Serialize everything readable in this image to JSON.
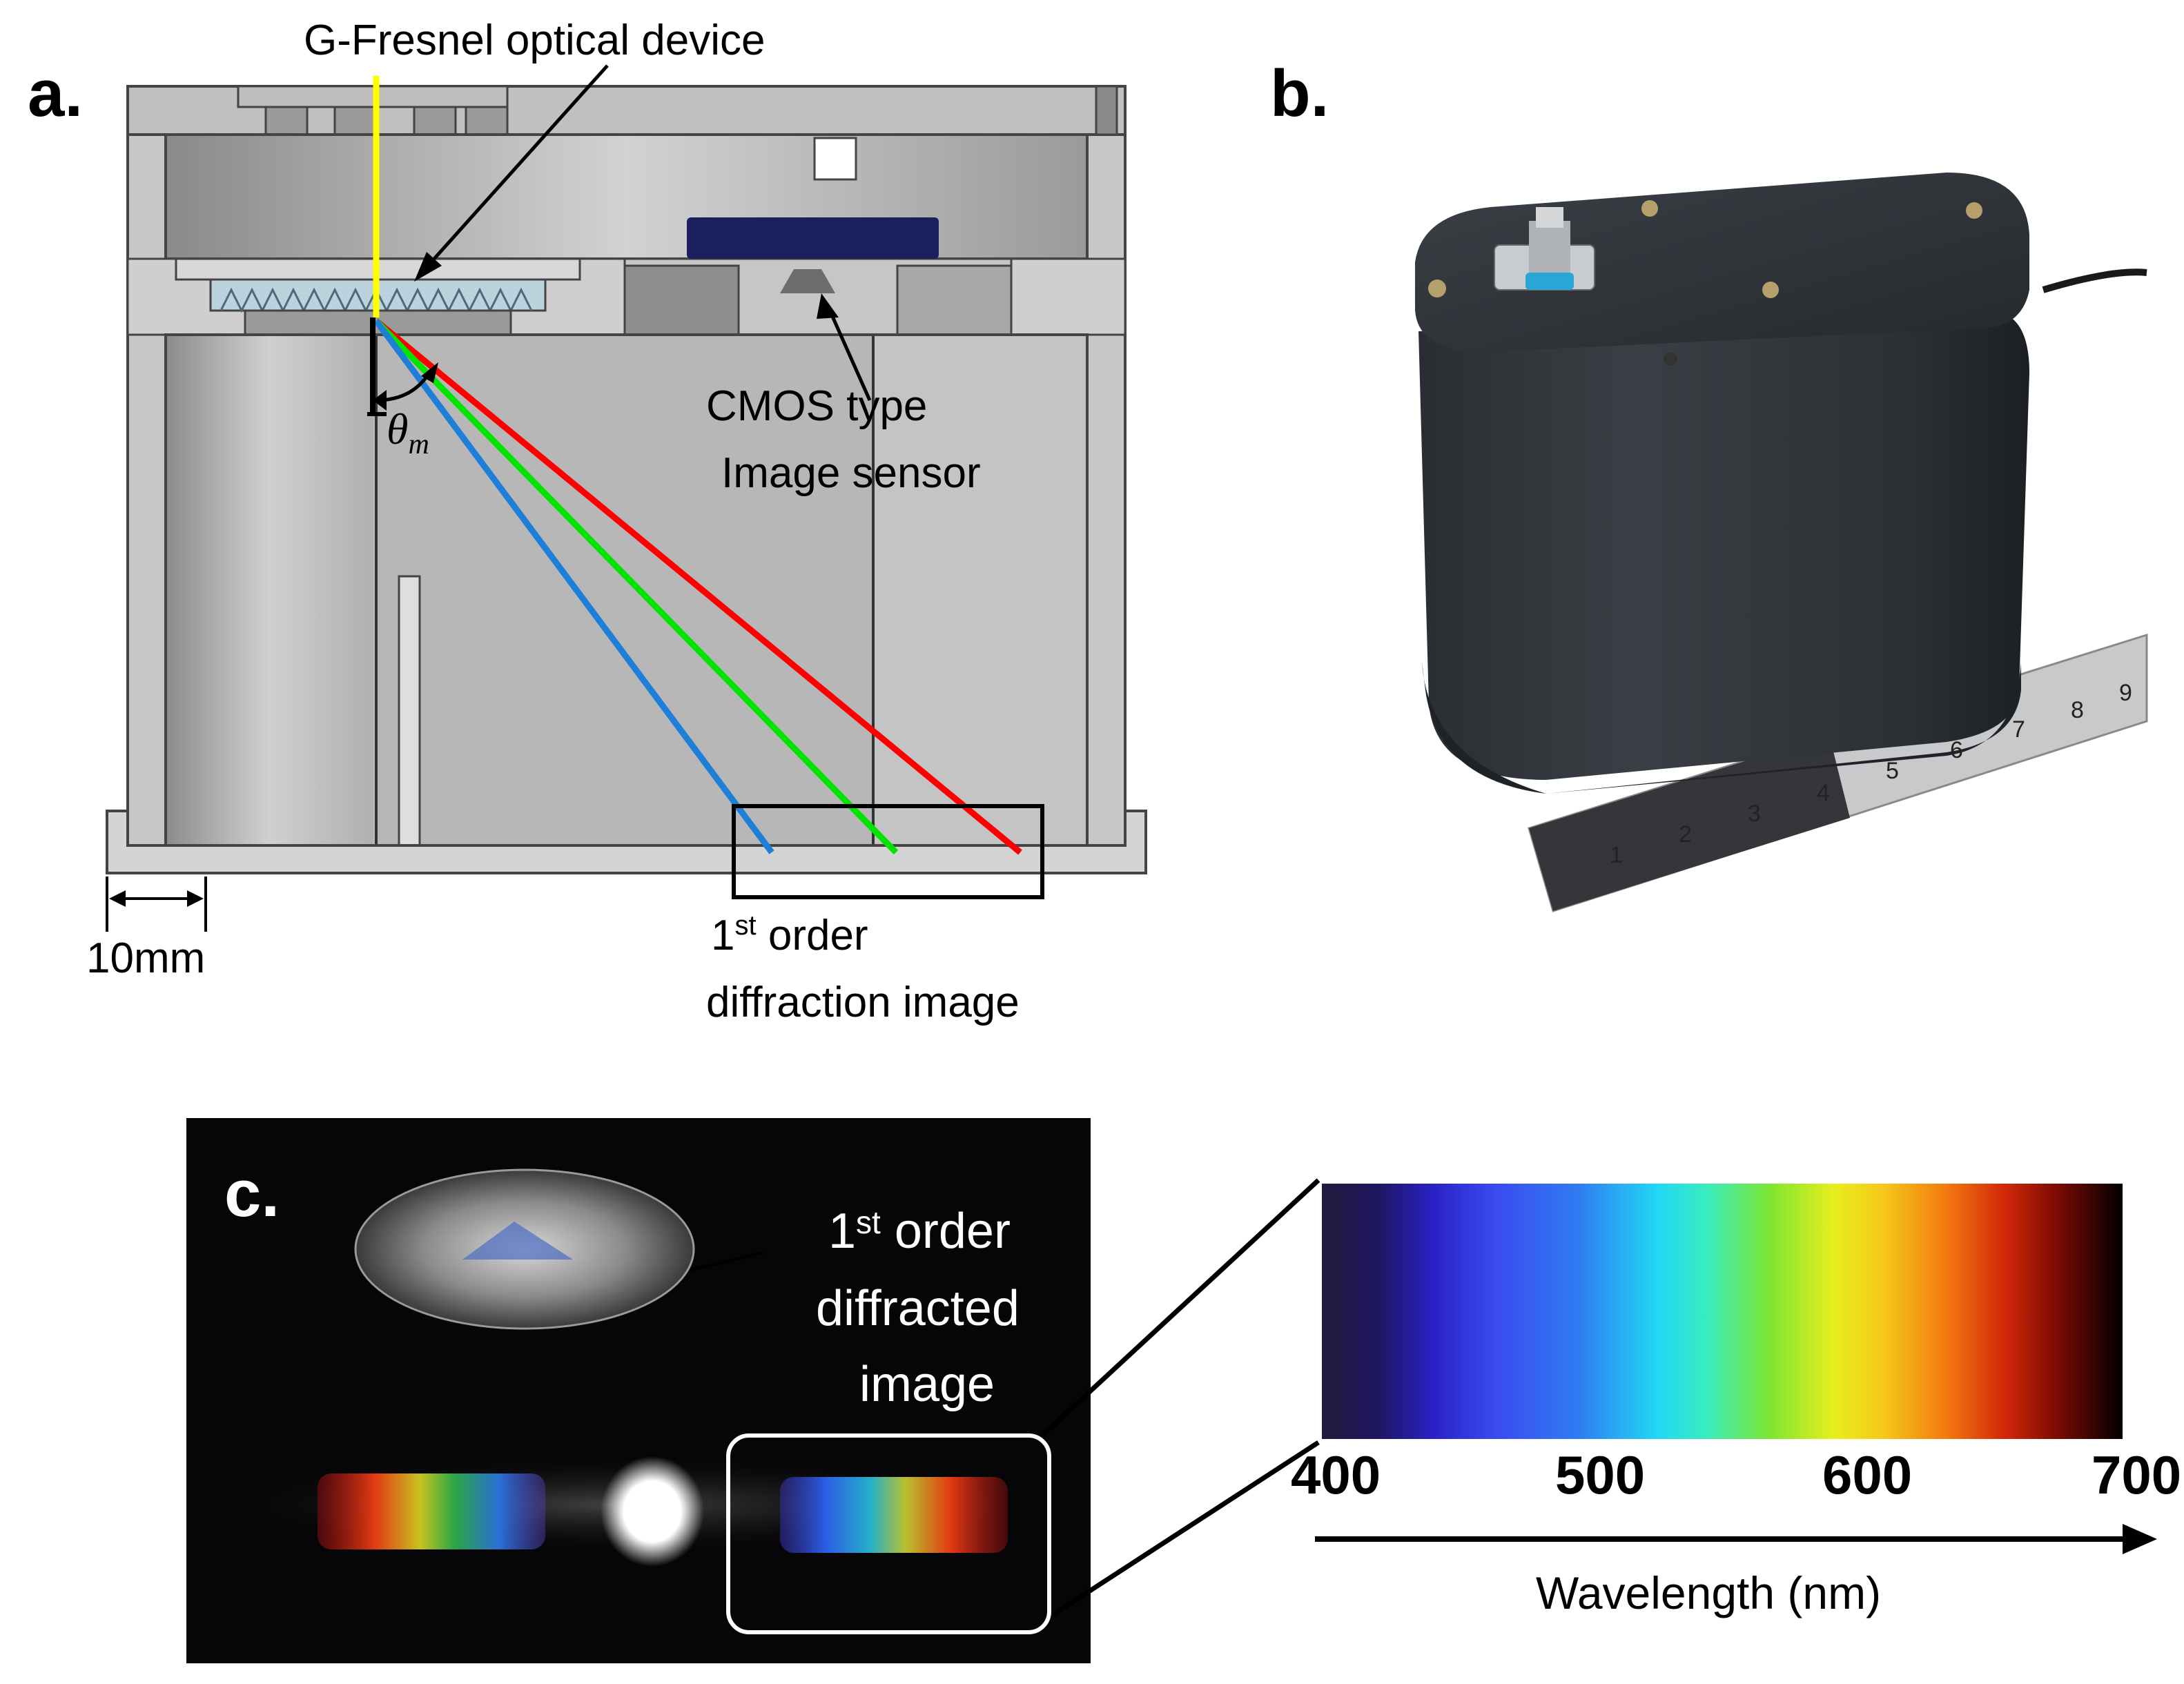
{
  "panel_a": {
    "letter": "a.",
    "device_label": "G-Fresnel optical device",
    "sensor_label_line1": "CMOS type",
    "sensor_label_line2": "Image sensor",
    "angle_symbol": "θ",
    "angle_subscript": "m",
    "scale_label": "10mm",
    "image_label_prefix": "1",
    "image_label_sup": "st",
    "image_label_rest": " order",
    "image_label_line2": "diffraction image",
    "ray_colors": {
      "incident": "#ffff00",
      "red": "#ff0000",
      "green": "#00ee00",
      "blue": "#1e7fd8"
    }
  },
  "panel_b": {
    "letter": "b.",
    "ruler_numbers": [
      "1",
      "2",
      "3",
      "4",
      "5",
      "6",
      "7",
      "8",
      "9"
    ]
  },
  "panel_c": {
    "letter": "c.",
    "label_line1_prefix": "1",
    "label_line1_sup": "st",
    "label_line1_rest": " order",
    "label_line2": "diffracted",
    "label_line3": "image"
  },
  "spectrum": {
    "ticks": [
      "400",
      "500",
      "600",
      "700"
    ],
    "axis_label": "Wavelength (nm)",
    "range_nm": [
      400,
      700
    ]
  }
}
